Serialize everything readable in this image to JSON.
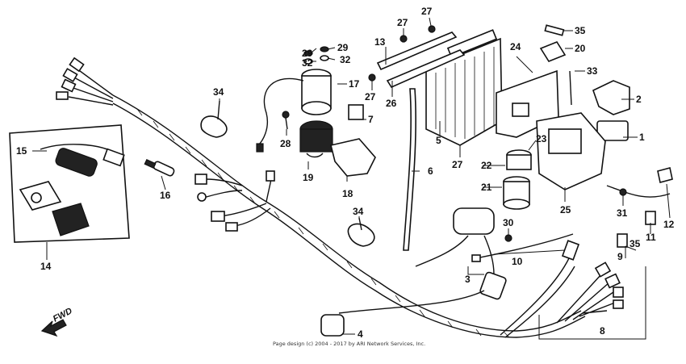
{
  "diagram": {
    "callouts": [
      {
        "id": "c1",
        "text": "1"
      },
      {
        "id": "c2",
        "text": "2"
      },
      {
        "id": "c3",
        "text": "3"
      },
      {
        "id": "c4",
        "text": "4"
      },
      {
        "id": "c5",
        "text": "5"
      },
      {
        "id": "c6",
        "text": "6"
      },
      {
        "id": "c7",
        "text": "7"
      },
      {
        "id": "c8",
        "text": "8"
      },
      {
        "id": "c9",
        "text": "9"
      },
      {
        "id": "c10",
        "text": "10"
      },
      {
        "id": "c11",
        "text": "11"
      },
      {
        "id": "c12",
        "text": "12"
      },
      {
        "id": "c13",
        "text": "13"
      },
      {
        "id": "c14",
        "text": "14"
      },
      {
        "id": "c15",
        "text": "15"
      },
      {
        "id": "c16",
        "text": "16"
      },
      {
        "id": "c17",
        "text": "17"
      },
      {
        "id": "c18",
        "text": "18"
      },
      {
        "id": "c19",
        "text": "19"
      },
      {
        "id": "c20",
        "text": "20"
      },
      {
        "id": "c21",
        "text": "21"
      },
      {
        "id": "c22",
        "text": "22"
      },
      {
        "id": "c23",
        "text": "23"
      },
      {
        "id": "c24",
        "text": "24"
      },
      {
        "id": "c25",
        "text": "25"
      },
      {
        "id": "c26",
        "text": "26"
      },
      {
        "id": "c27a",
        "text": "27"
      },
      {
        "id": "c27b",
        "text": "27"
      },
      {
        "id": "c27c",
        "text": "27"
      },
      {
        "id": "c27d",
        "text": "27"
      },
      {
        "id": "c28",
        "text": "28"
      },
      {
        "id": "c29a",
        "text": "29"
      },
      {
        "id": "c29b",
        "text": "29"
      },
      {
        "id": "c30",
        "text": "30"
      },
      {
        "id": "c31",
        "text": "31"
      },
      {
        "id": "c32a",
        "text": "32"
      },
      {
        "id": "c32b",
        "text": "32"
      },
      {
        "id": "c33",
        "text": "33"
      },
      {
        "id": "c34a",
        "text": "34"
      },
      {
        "id": "c34b",
        "text": "34"
      },
      {
        "id": "c35a",
        "text": "35"
      },
      {
        "id": "c35b",
        "text": "35"
      }
    ],
    "direction_label": "FWD",
    "copyright": "Page design (c) 2004 - 2017 by ARI Network Services, Inc."
  }
}
